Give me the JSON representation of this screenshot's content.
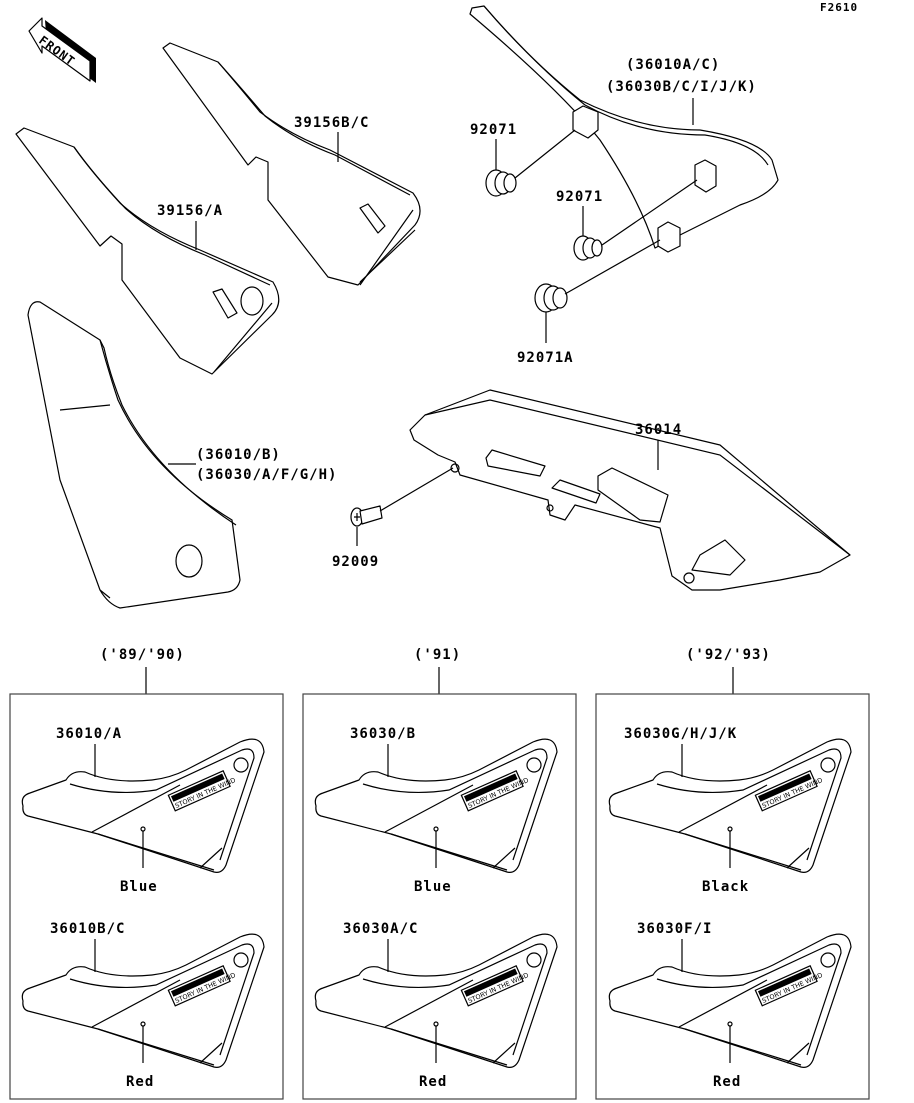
{
  "figure_code": "F2610",
  "front_label": "FRONT",
  "parts": {
    "p39156bc": "39156B/C",
    "p39156a": "39156/A",
    "p36010b": "(36010/B)",
    "p36030afgh": "(36030/A/F/G/H)",
    "p36010ac": "(36010A/C)",
    "p36030bcijk": "(36030B/C/I/J/K)",
    "p92071_1": "92071",
    "p92071_2": "92071",
    "p92071a": "92071A",
    "p36014": "36014",
    "p92009": "92009"
  },
  "groups": [
    {
      "years": "('89/'90)",
      "top": {
        "part": "36010/A",
        "color": "Blue"
      },
      "bottom": {
        "part": "36010B/C",
        "color": "Red"
      }
    },
    {
      "years": "('91)",
      "top": {
        "part": "36030/B",
        "color": "Blue"
      },
      "bottom": {
        "part": "36030A/C",
        "color": "Red"
      }
    },
    {
      "years": "('92/'93)",
      "top": {
        "part": "36030G/H/J/K",
        "color": "Black"
      },
      "bottom": {
        "part": "36030F/I",
        "color": "Red"
      }
    }
  ],
  "decal_text": "STORY IN THE WIND"
}
